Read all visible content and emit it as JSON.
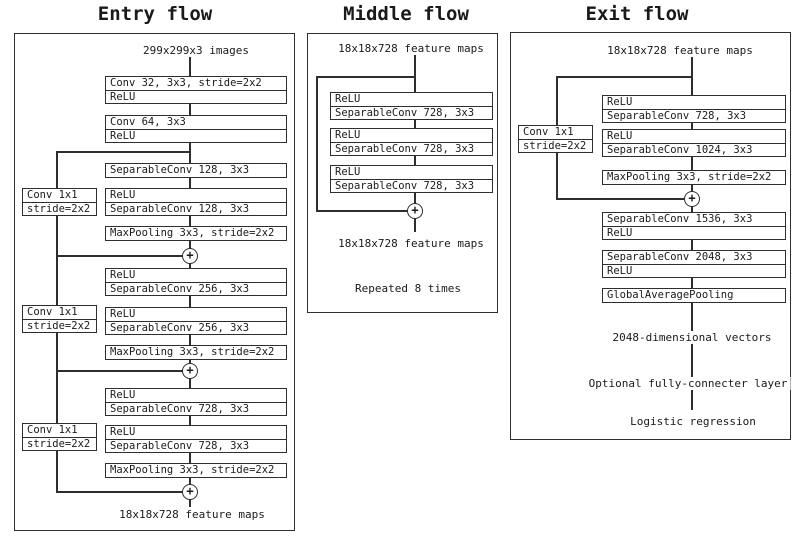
{
  "entry": {
    "title": "Entry flow",
    "input_label": "299x299x3 images",
    "output_label": "18x18x728 feature maps",
    "main_boxes": [
      [
        "Conv 32, 3x3, stride=2x2",
        "ReLU"
      ],
      [
        "Conv 64, 3x3",
        "ReLU"
      ],
      [
        "SeparableConv 128, 3x3"
      ],
      [
        "ReLU",
        "SeparableConv 128, 3x3"
      ],
      [
        "MaxPooling 3x3, stride=2x2"
      ],
      [
        "ReLU",
        "SeparableConv 256, 3x3"
      ],
      [
        "ReLU",
        "SeparableConv 256, 3x3"
      ],
      [
        "MaxPooling 3x3, stride=2x2"
      ],
      [
        "ReLU",
        "SeparableConv 728, 3x3"
      ],
      [
        "ReLU",
        "SeparableConv 728, 3x3"
      ],
      [
        "MaxPooling 3x3, stride=2x2"
      ]
    ],
    "shortcut_boxes": [
      [
        "Conv 1x1",
        "stride=2x2"
      ],
      [
        "Conv 1x1",
        "stride=2x2"
      ],
      [
        "Conv 1x1",
        "stride=2x2"
      ]
    ]
  },
  "middle": {
    "title": "Middle flow",
    "input_label": "18x18x728 feature maps",
    "output_label": "18x18x728 feature maps",
    "repeat_label": "Repeated 8 times",
    "main_boxes": [
      [
        "ReLU",
        "SeparableConv 728, 3x3"
      ],
      [
        "ReLU",
        "SeparableConv 728, 3x3"
      ],
      [
        "ReLU",
        "SeparableConv 728, 3x3"
      ]
    ]
  },
  "exit": {
    "title": "Exit flow",
    "input_label": "18x18x728 feature maps",
    "shortcut_box": [
      "Conv 1x1",
      "stride=2x2"
    ],
    "main_boxes": [
      [
        "ReLU",
        "SeparableConv 728, 3x3"
      ],
      [
        "ReLU",
        "SeparableConv 1024, 3x3"
      ],
      [
        "MaxPooling 3x3, stride=2x2"
      ],
      [
        "SeparableConv 1536, 3x3",
        "ReLU"
      ],
      [
        "SeparableConv 2048, 3x3",
        "ReLU"
      ],
      [
        "GlobalAveragePooling"
      ]
    ],
    "tail_labels": [
      "2048-dimensional vectors",
      "Optional fully-connecter layer",
      "Logistic regression"
    ]
  },
  "symbols": {
    "plus": "+"
  },
  "colors": {
    "line": "#2e2e2e",
    "text": "#1a1a1a",
    "background": "#ffffff"
  }
}
